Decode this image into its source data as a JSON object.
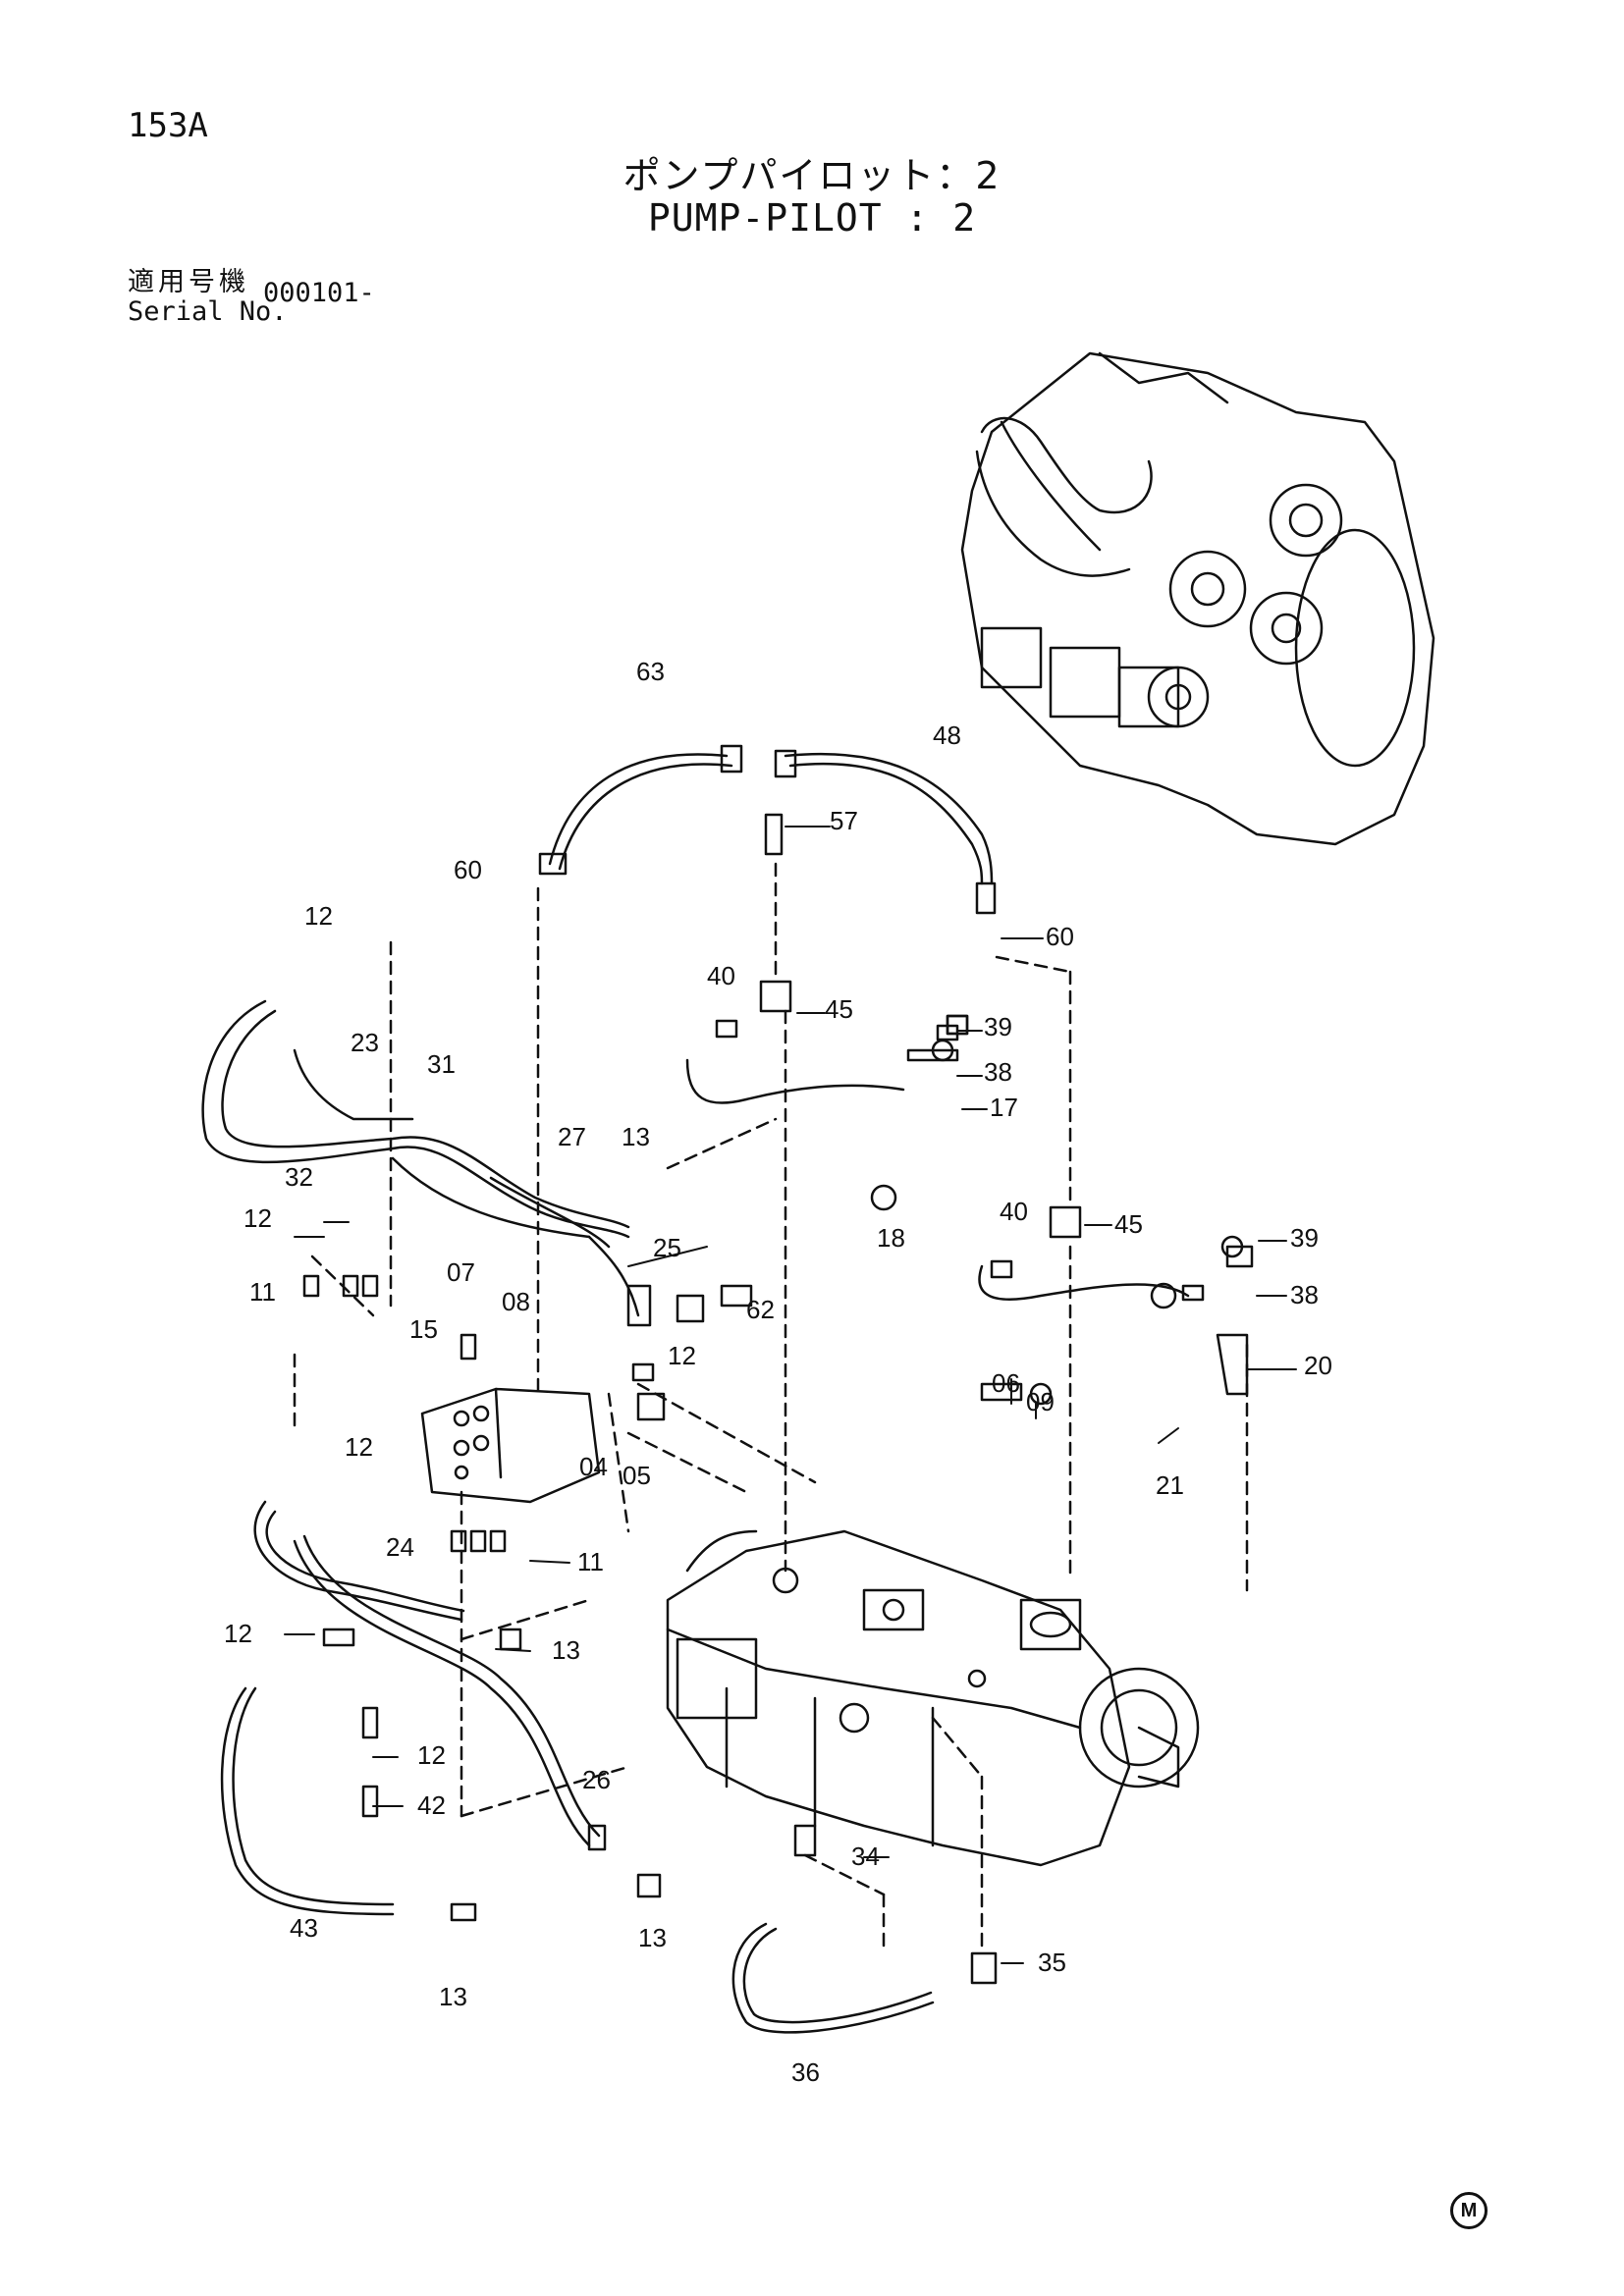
{
  "header": {
    "page_number": "153A",
    "title_jp": "ポンプパイロット：2",
    "title_en": "PUMP-PILOT : 2",
    "serial_label_jp": "適用号機",
    "serial_label_en": "Serial No.",
    "serial_value": "000101-"
  },
  "labels": {
    "l63": "63",
    "l48": "48",
    "l57": "57",
    "l60a": "60",
    "l60b": "60",
    "l12a": "12",
    "l12b": "12",
    "l12c": "12",
    "l12d": "12",
    "l12e": "12",
    "l12f": "12",
    "l23": "23",
    "l31": "31",
    "l27": "27",
    "l13a": "13",
    "l13b": "13",
    "l13c": "13",
    "l13d": "13",
    "l32": "32",
    "l25": "25",
    "l11a": "11",
    "l11b": "11",
    "l07": "07",
    "l08": "08",
    "l15": "15",
    "l62": "62",
    "l04": "04",
    "l05": "05",
    "l24": "24",
    "l40a": "40",
    "l40b": "40",
    "l45a": "45",
    "l45b": "45",
    "l39a": "39",
    "l39b": "39",
    "l38a": "38",
    "l38b": "38",
    "l17": "17",
    "l18": "18",
    "l20": "20",
    "l21": "21",
    "l06": "06",
    "l09": "09",
    "l26": "26",
    "l42": "42",
    "l43": "43",
    "l34": "34",
    "l35": "35",
    "l36": "36"
  },
  "footer": {
    "mark": "M"
  }
}
